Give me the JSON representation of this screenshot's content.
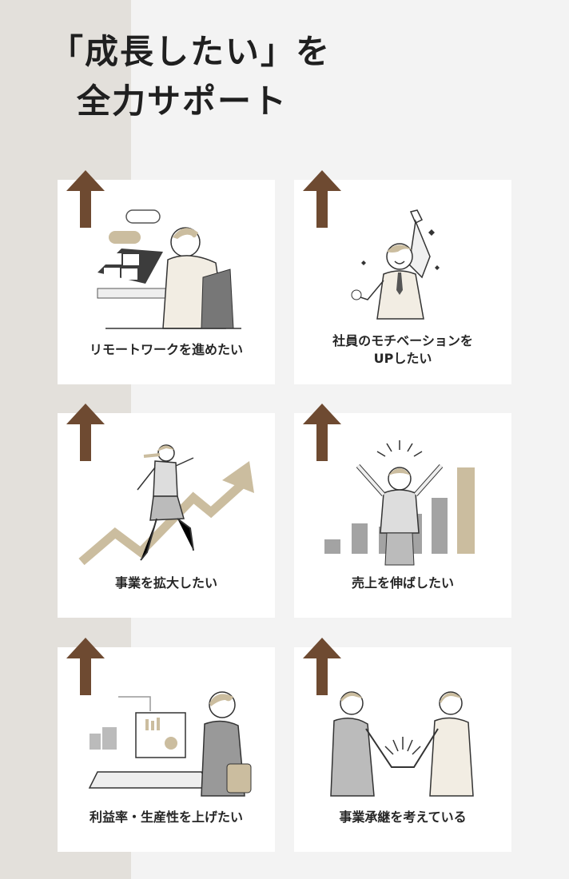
{
  "heading": {
    "line1": "「成長したい」を",
    "line2": "全力サポート"
  },
  "cards": [
    {
      "label": "リモートワークを進めたい"
    },
    {
      "label": "社員のモチベーションを\nUPしたい"
    },
    {
      "label": "事業を拡大したい"
    },
    {
      "label": "売上を伸ばしたい"
    },
    {
      "label": "利益率・生産性を上げたい"
    },
    {
      "label": "事業承継を考えている"
    }
  ],
  "colors": {
    "band": "#e3e0db",
    "background": "#f3f3f3",
    "arrow": "#6e4a31",
    "accent_beige": "#cbbd9f",
    "gray": "#a3a3a3"
  }
}
